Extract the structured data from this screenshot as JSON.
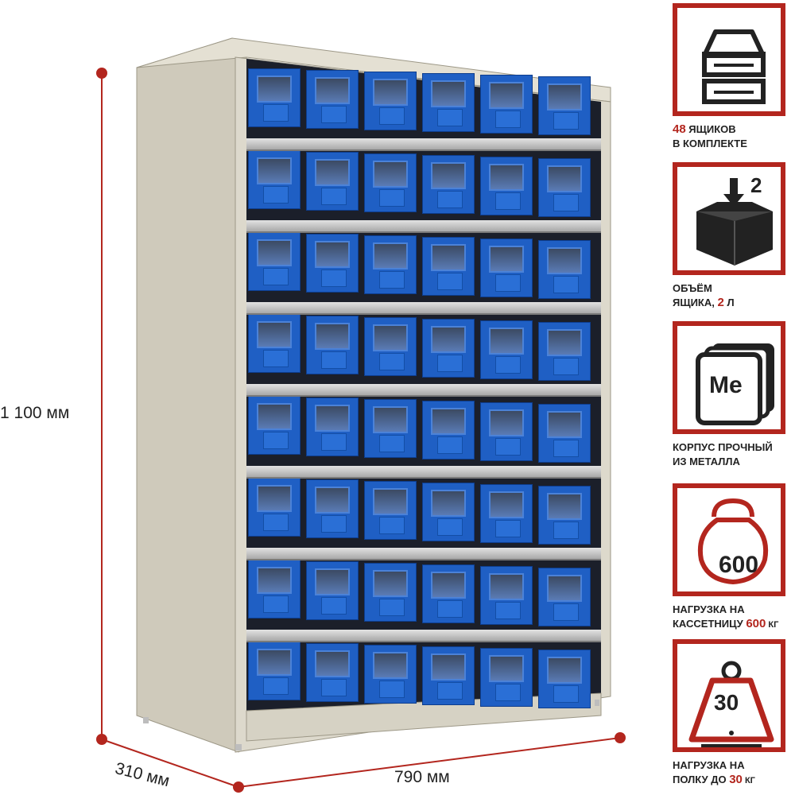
{
  "dimensions": {
    "height": "1 100 мм",
    "depth": "310 мм",
    "width": "790 мм"
  },
  "cabinet": {
    "rows": 8,
    "columns": 6,
    "drawer_color": "#1f5fc4",
    "frame_color": "#ddd9cc"
  },
  "features": [
    {
      "icon": "drawers-icon",
      "highlight": "48",
      "line1": " ящиков",
      "line2": "в комплекте"
    },
    {
      "icon": "box-volume-icon",
      "icon_number": "2",
      "line1": "объём",
      "line2_a": "ящика, ",
      "highlight": "2",
      "line2_b": " л"
    },
    {
      "icon": "metal-sheet-icon",
      "icon_text": "Me",
      "line1": "корпус прочный",
      "line2": "из металла"
    },
    {
      "icon": "kettlebell-icon",
      "icon_number": "600",
      "line1": "нагрузка на",
      "line2_a": "кассетницу ",
      "highlight": "600",
      "unit": " кг"
    },
    {
      "icon": "scale-weight-icon",
      "icon_number": "30",
      "line1": "нагрузка на",
      "line2_a": "полку до ",
      "highlight": "30",
      "unit": " кг"
    }
  ],
  "colors": {
    "accent": "#b3261e",
    "dimension_line": "#b3261e"
  }
}
